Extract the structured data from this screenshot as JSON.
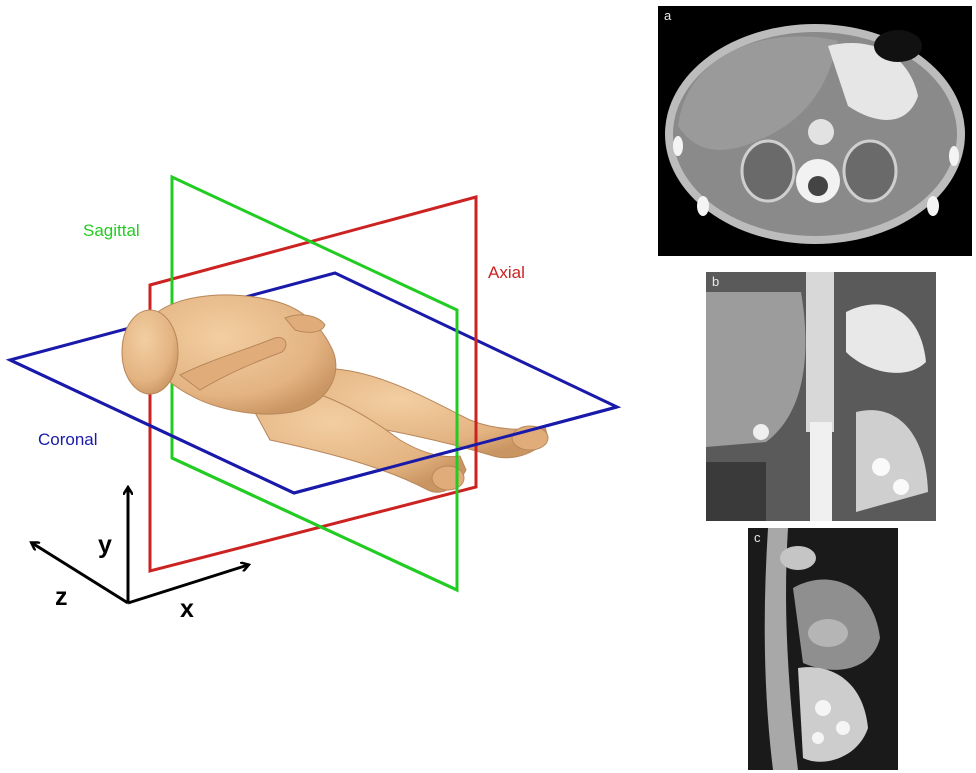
{
  "planes": {
    "sagittal": {
      "label": "Sagittal",
      "color": "#22cc22"
    },
    "axial": {
      "label": "Axial",
      "color": "#cc2222"
    },
    "coronal": {
      "label": "Coronal",
      "color": "#1a1aaa"
    }
  },
  "axes": {
    "x": "x",
    "y": "y",
    "z": "z",
    "color": "#000000"
  },
  "figure": {
    "body_color": "#e8bb8a"
  },
  "ct_panels": [
    {
      "letter": "a",
      "view": "axial"
    },
    {
      "letter": "b",
      "view": "coronal"
    },
    {
      "letter": "c",
      "view": "sagittal"
    }
  ]
}
